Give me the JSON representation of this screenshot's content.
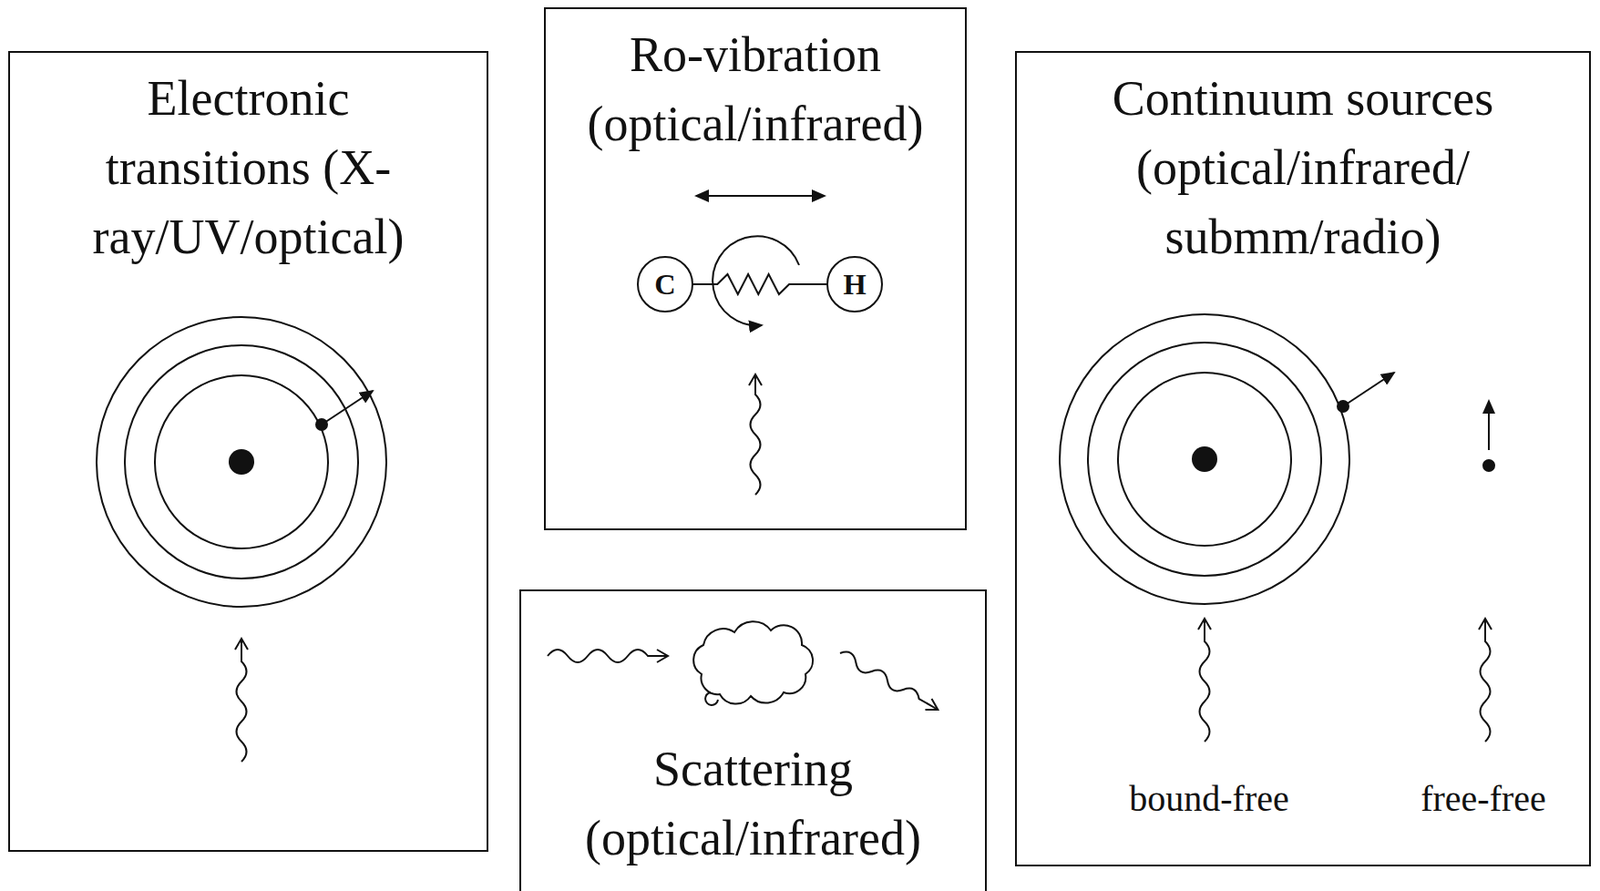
{
  "diagram": {
    "nodes": [
      {
        "text": [
          "Electronic transitions (X-ray/UV/optical)"
        ]
      },
      {
        "text": [
          "Ro-vibration (optical/infrared)"
        ]
      },
      {
        "text": [
          "C"
        ],
        "in": 1
      },
      {
        "text": [
          "H"
        ],
        "in": 1
      },
      {
        "text": [
          "Scattering (optical/infrared)"
        ]
      },
      {
        "text": [
          "Continuum sources (optical/infrared/ submm/radio)"
        ]
      }
    ],
    "edges": [
      {
        "from": 2,
        "to": 3,
        "arrow": "none"
      }
    ],
    "labels": [
      "bound-free",
      "free-free"
    ]
  }
}
